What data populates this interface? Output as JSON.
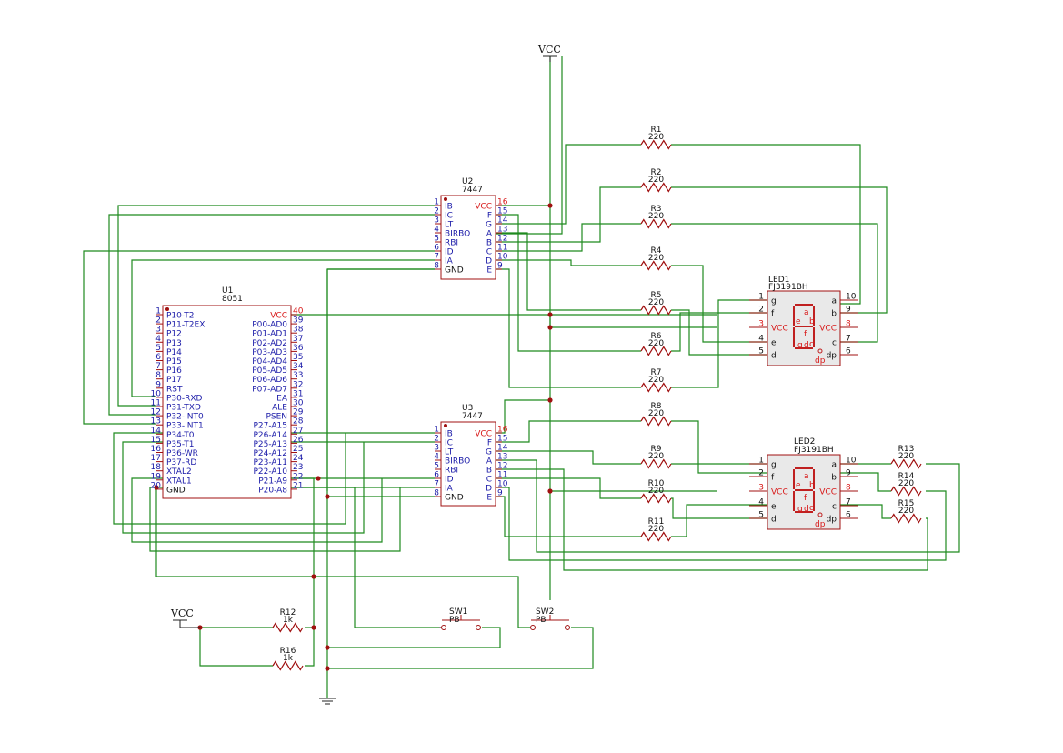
{
  "power": {
    "vcc_top": "VCC",
    "vcc_left": "VCC"
  },
  "u1": {
    "ref": "U1",
    "value": "8051",
    "left_pins": [
      {
        "n": "1",
        "name": "P10-T2"
      },
      {
        "n": "2",
        "name": "P11-T2EX"
      },
      {
        "n": "3",
        "name": "P12"
      },
      {
        "n": "4",
        "name": "P13"
      },
      {
        "n": "5",
        "name": "P14"
      },
      {
        "n": "6",
        "name": "P15"
      },
      {
        "n": "7",
        "name": "P16"
      },
      {
        "n": "8",
        "name": "P17"
      },
      {
        "n": "9",
        "name": "RST"
      },
      {
        "n": "10",
        "name": "P30-RXD"
      },
      {
        "n": "11",
        "name": "P31-TXD"
      },
      {
        "n": "12",
        "name": "P32-INT0"
      },
      {
        "n": "13",
        "name": "P33-INT1"
      },
      {
        "n": "14",
        "name": "P34-T0"
      },
      {
        "n": "15",
        "name": "P35-T1"
      },
      {
        "n": "16",
        "name": "P36-WR"
      },
      {
        "n": "17",
        "name": "P37-RD"
      },
      {
        "n": "18",
        "name": "XTAL2"
      },
      {
        "n": "19",
        "name": "XTAL1"
      },
      {
        "n": "20",
        "name": "GND"
      }
    ],
    "right_pins": [
      {
        "n": "40",
        "name": "VCC"
      },
      {
        "n": "39",
        "name": "P00-AD0"
      },
      {
        "n": "38",
        "name": "P01-AD1"
      },
      {
        "n": "37",
        "name": "P02-AD2"
      },
      {
        "n": "36",
        "name": "P03-AD3"
      },
      {
        "n": "35",
        "name": "P04-AD4"
      },
      {
        "n": "34",
        "name": "P05-AD5"
      },
      {
        "n": "33",
        "name": "P06-AD6"
      },
      {
        "n": "32",
        "name": "P07-AD7"
      },
      {
        "n": "31",
        "name": "EA"
      },
      {
        "n": "30",
        "name": "ALE"
      },
      {
        "n": "29",
        "name": "PSEN"
      },
      {
        "n": "28",
        "name": "P27-A15"
      },
      {
        "n": "27",
        "name": "P26-A14"
      },
      {
        "n": "26",
        "name": "P25-A13"
      },
      {
        "n": "25",
        "name": "P24-A12"
      },
      {
        "n": "24",
        "name": "P23-A11"
      },
      {
        "n": "23",
        "name": "P22-A10"
      },
      {
        "n": "22",
        "name": "P21-A9"
      },
      {
        "n": "21",
        "name": "P20-A8"
      }
    ]
  },
  "u2": {
    "ref": "U2",
    "value": "7447",
    "left_pins": [
      {
        "n": "1",
        "name": "IB"
      },
      {
        "n": "2",
        "name": "IC"
      },
      {
        "n": "3",
        "name": "LT"
      },
      {
        "n": "4",
        "name": "BIRBO"
      },
      {
        "n": "5",
        "name": "RBI"
      },
      {
        "n": "6",
        "name": "ID"
      },
      {
        "n": "7",
        "name": "IA"
      },
      {
        "n": "8",
        "name": "GND"
      }
    ],
    "right_pins": [
      {
        "n": "16",
        "name": "VCC"
      },
      {
        "n": "15",
        "name": "F"
      },
      {
        "n": "14",
        "name": "G"
      },
      {
        "n": "13",
        "name": "A"
      },
      {
        "n": "12",
        "name": "B"
      },
      {
        "n": "11",
        "name": "C"
      },
      {
        "n": "10",
        "name": "D"
      },
      {
        "n": "9",
        "name": "E"
      }
    ]
  },
  "u3": {
    "ref": "U3",
    "value": "7447",
    "left_pins": [
      {
        "n": "1",
        "name": "IB"
      },
      {
        "n": "2",
        "name": "IC"
      },
      {
        "n": "3",
        "name": "LT"
      },
      {
        "n": "4",
        "name": "BIRBO"
      },
      {
        "n": "5",
        "name": "RBI"
      },
      {
        "n": "6",
        "name": "ID"
      },
      {
        "n": "7",
        "name": "IA"
      },
      {
        "n": "8",
        "name": "GND"
      }
    ],
    "right_pins": [
      {
        "n": "16",
        "name": "VCC"
      },
      {
        "n": "15",
        "name": "F"
      },
      {
        "n": "14",
        "name": "G"
      },
      {
        "n": "13",
        "name": "A"
      },
      {
        "n": "12",
        "name": "B"
      },
      {
        "n": "11",
        "name": "C"
      },
      {
        "n": "10",
        "name": "D"
      },
      {
        "n": "9",
        "name": "E"
      }
    ]
  },
  "led1": {
    "ref": "LED1",
    "value": "FJ3191BH",
    "left_pins": [
      {
        "n": "1",
        "name": "g"
      },
      {
        "n": "2",
        "name": "f"
      },
      {
        "n": "3",
        "name": "VCC"
      },
      {
        "n": "4",
        "name": "e"
      },
      {
        "n": "5",
        "name": "d"
      }
    ],
    "right_pins": [
      {
        "n": "10",
        "name": "a"
      },
      {
        "n": "9",
        "name": "b"
      },
      {
        "n": "8",
        "name": "VCC"
      },
      {
        "n": "7",
        "name": "c"
      },
      {
        "n": "6",
        "name": "dp"
      }
    ],
    "segments": {
      "a": "a",
      "b": "b",
      "c": "c",
      "d": "d",
      "e": "e",
      "f": "f",
      "g": "g",
      "dp": "dp"
    }
  },
  "led2": {
    "ref": "LED2",
    "value": "FJ3191BH",
    "left_pins": [
      {
        "n": "1",
        "name": "g"
      },
      {
        "n": "2",
        "name": "f"
      },
      {
        "n": "3",
        "name": "VCC"
      },
      {
        "n": "4",
        "name": "e"
      },
      {
        "n": "5",
        "name": "d"
      }
    ],
    "right_pins": [
      {
        "n": "10",
        "name": "a"
      },
      {
        "n": "9",
        "name": "b"
      },
      {
        "n": "8",
        "name": "VCC"
      },
      {
        "n": "7",
        "name": "c"
      },
      {
        "n": "6",
        "name": "dp"
      }
    ],
    "segments": {
      "a": "a",
      "b": "b",
      "c": "c",
      "d": "d",
      "e": "e",
      "f": "f",
      "g": "g",
      "dp": "dp"
    }
  },
  "resistors": [
    {
      "ref": "R1",
      "value": "220"
    },
    {
      "ref": "R2",
      "value": "220"
    },
    {
      "ref": "R3",
      "value": "220"
    },
    {
      "ref": "R4",
      "value": "220"
    },
    {
      "ref": "R5",
      "value": "220"
    },
    {
      "ref": "R6",
      "value": "220"
    },
    {
      "ref": "R7",
      "value": "220"
    },
    {
      "ref": "R8",
      "value": "220"
    },
    {
      "ref": "R9",
      "value": "220"
    },
    {
      "ref": "R10",
      "value": "220"
    },
    {
      "ref": "R11",
      "value": "220"
    },
    {
      "ref": "R12",
      "value": "1k"
    },
    {
      "ref": "R13",
      "value": "220"
    },
    {
      "ref": "R14",
      "value": "220"
    },
    {
      "ref": "R15",
      "value": "220"
    },
    {
      "ref": "R16",
      "value": "1k"
    }
  ],
  "switches": [
    {
      "ref": "SW1",
      "value": "PB"
    },
    {
      "ref": "SW2",
      "value": "PB"
    }
  ]
}
